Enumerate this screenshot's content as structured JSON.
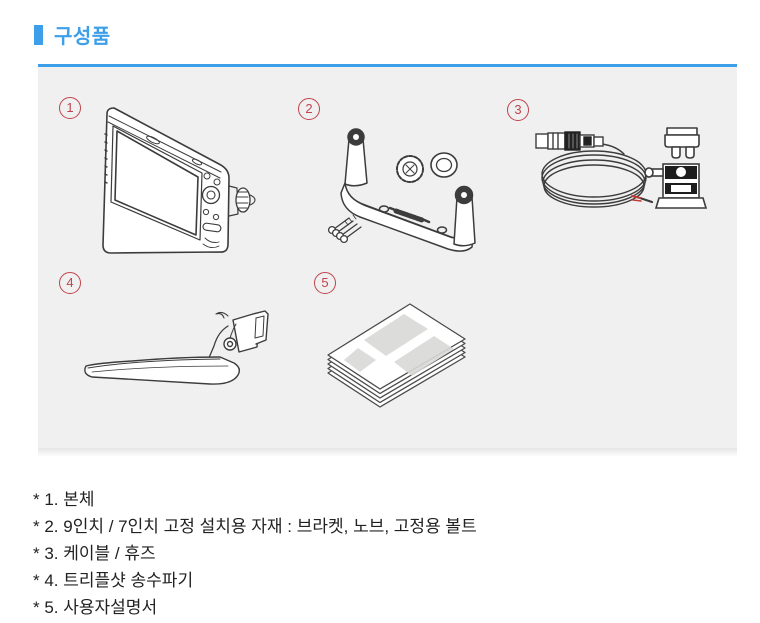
{
  "header": {
    "title": "구성품"
  },
  "colors": {
    "accent_blue": "#3D9EE9",
    "badge_red": "#BF434C",
    "panel_gray": "#F0F0F0",
    "line_art": "#3C3C3C",
    "text": "#222222"
  },
  "panel": {
    "items": [
      {
        "number": "1",
        "illustration": "main-unit-illustration"
      },
      {
        "number": "2",
        "illustration": "mount-bracket-knobs-bolts-illustration"
      },
      {
        "number": "3",
        "illustration": "cable-fuse-illustration"
      },
      {
        "number": "4",
        "illustration": "transducer-illustration"
      },
      {
        "number": "5",
        "illustration": "user-manuals-illustration"
      }
    ]
  },
  "footnotes": [
    "* 1. 본체",
    "* 2. 9인치 / 7인치 고정 설치용 자재 : 브라켓, 노브, 고정용 볼트",
    "* 3. 케이블 / 휴즈",
    "* 4. 트리플샷 송수파기",
    "* 5. 사용자설명서"
  ]
}
